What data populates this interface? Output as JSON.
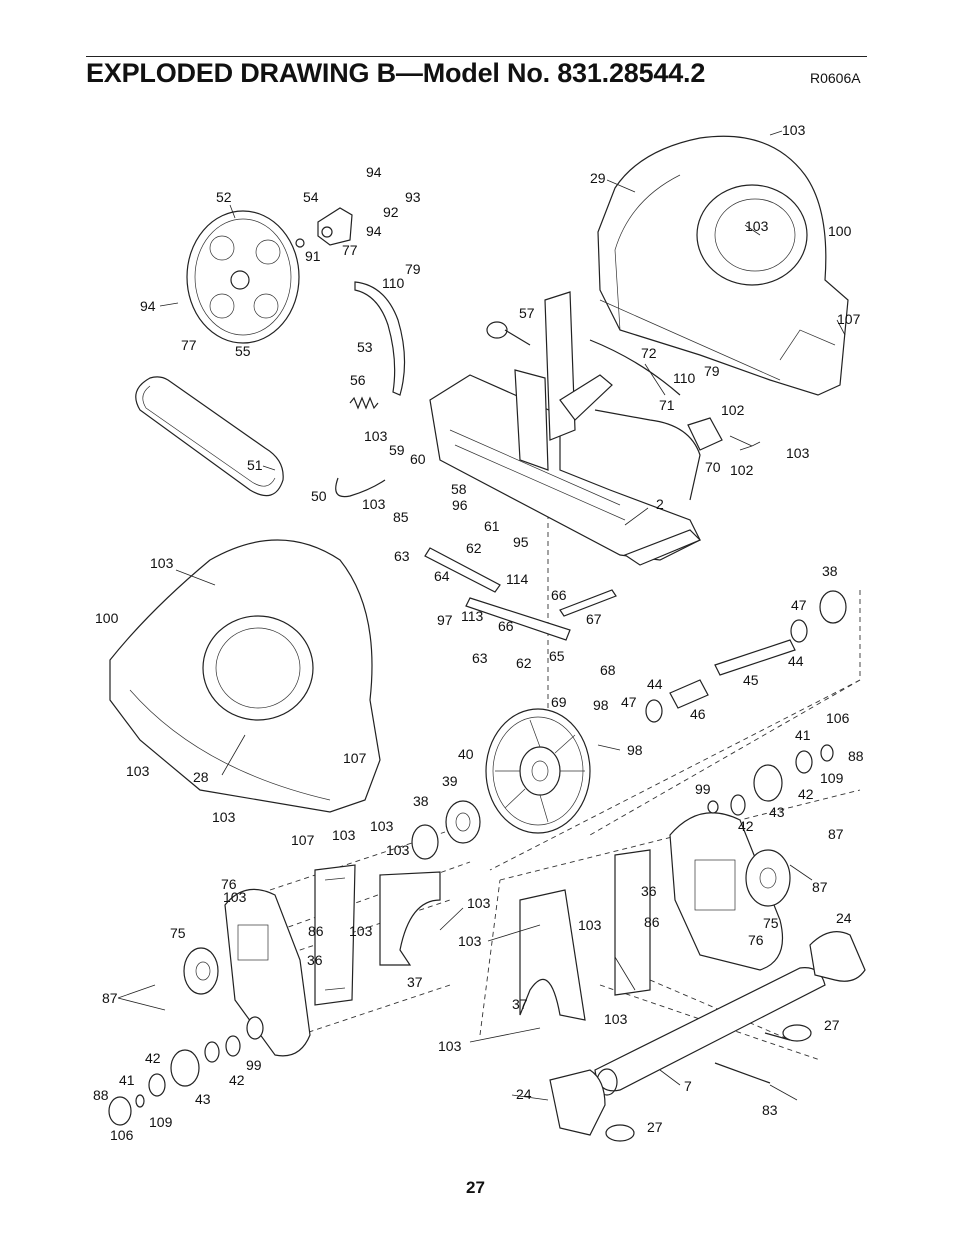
{
  "header": {
    "title": "EXPLODED DRAWING B—Model No. 831.28544.2",
    "drawing_code": "R0606A"
  },
  "footer": {
    "page_number": "27"
  },
  "callouts": [
    "103",
    "29",
    "103",
    "100",
    "107",
    "94",
    "93",
    "92",
    "54",
    "94",
    "52",
    "77",
    "91",
    "79",
    "110",
    "94",
    "77",
    "55",
    "53",
    "57",
    "72",
    "79",
    "110",
    "71",
    "102",
    "103",
    "102",
    "70",
    "56",
    "103",
    "59",
    "60",
    "51",
    "50",
    "58",
    "103",
    "96",
    "85",
    "2",
    "61",
    "62",
    "95",
    "63",
    "64",
    "114",
    "103",
    "100",
    "97",
    "113",
    "66",
    "67",
    "66",
    "63",
    "62",
    "65",
    "38",
    "47",
    "44",
    "68",
    "69",
    "44",
    "47",
    "45",
    "46",
    "98",
    "98",
    "40",
    "106",
    "41",
    "88",
    "109",
    "42",
    "43",
    "99",
    "42",
    "103",
    "107",
    "28",
    "103",
    "38",
    "39",
    "107",
    "103",
    "103",
    "103",
    "87",
    "87",
    "76",
    "103",
    "86",
    "103",
    "36",
    "103",
    "103",
    "86",
    "75",
    "76",
    "24",
    "75",
    "36",
    "37",
    "103",
    "37",
    "103",
    "27",
    "87",
    "103",
    "42",
    "99",
    "41",
    "42",
    "43",
    "88",
    "109",
    "106",
    "24",
    "7",
    "83",
    "27"
  ]
}
